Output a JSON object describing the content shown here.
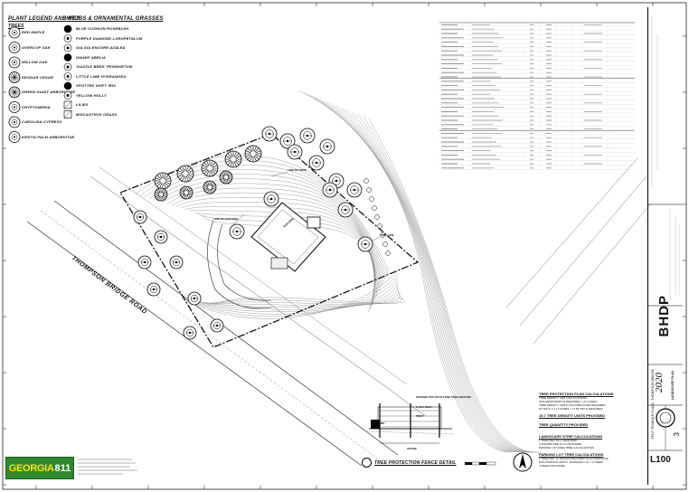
{
  "legend": {
    "title": "PLANT LEGEND AND KEY",
    "trees_heading": "TREES",
    "trees": [
      "RED MAPLE",
      "OVERCUP OAK",
      "WILLOW OAK",
      "DEODAR CEDAR",
      "GREEN GIANT ARBORVITAE",
      "CRYPTOMERIA",
      "CAROLINA CYPRESS",
      "KENTIA PALM ARBORVITAE"
    ],
    "shrubs_heading": "SHRUBS & ORNAMENTAL GRASSES",
    "shrubs": [
      "BLUE CUSHION ROSEBUSH",
      "PURPLE DIAMOND LOROPETALUM",
      "GIA GIA ENCORE AZALEA",
      "DWARF ABELIA",
      "'DAZZLE BRED' PENNISETUM",
      "LITTLE LIME HYDRANGEA",
      "SPOTTED SHIFT IRIS",
      "YELLOW HOLLY",
      "LILIES",
      "MISCANTHUS GRASS"
    ]
  },
  "road_label": "THOMPSON BRIDGE ROAD",
  "notes": {
    "tree_protection_title": "TREE PROTECTION PLAN CALCULATIONS",
    "tree_protection_text": [
      "TREE DENSITY UNIT CALCULATIONS",
      "SITE RESTORATION REQUIRED: 1.17 ACRES",
      "TREE DENSITY UNITS (TDU) PER ACRE REQUIRED",
      "15 TDU'S X 1.17 ACRES = 17.55 TDU'S REQUIRED"
    ],
    "tdu_title": "15.7 TREE DENSITY UNITS PROVIDED",
    "buffer_title": "TREE QUANTITY PROVIDED",
    "landscape_title": "LANDSCAPE STRIP CALCULATIONS",
    "landscape_text": [
      "1 TREE PER 30 LF REQUIRED",
      "3 SHRUBS PER 10 LF PROVIDED",
      "PARKING LOT AREA TREE CALCULATIONS"
    ],
    "parking_title": "PARKING LOT TREE CALCULATIONS",
    "parking_text": [
      "1 TREE PER 12 SPACES REQUIRED IN ACCORDANCE",
      "WITH PARKING RATIO: 18 SPACES / 12 = 2 TREES",
      "4 TREES PROVIDED"
    ]
  },
  "detail_title": "TREE PROTECTION FENCE DETAIL",
  "detail_labels": [
    "ORANGE POLYETHYLENE TREE FENCING",
    "6' O.C. MAX.",
    "POST",
    "3' MIN.",
    "GRADE"
  ],
  "plan_labels": [
    "BUILDING",
    "LINE OF BUILDING",
    "LINE OF ROOF",
    "TREE LINE"
  ],
  "logo": {
    "brand": "GEORGIA",
    "number": "811"
  },
  "title_block": {
    "firm": "BHDP",
    "project": "SPLIT TRIANGLE PLAZA - THOMPSON BRIDGE",
    "sheet_title": "LANDSCAPE PLAN",
    "project_no": "2020",
    "sheet_number": "L100",
    "revision": "3"
  }
}
